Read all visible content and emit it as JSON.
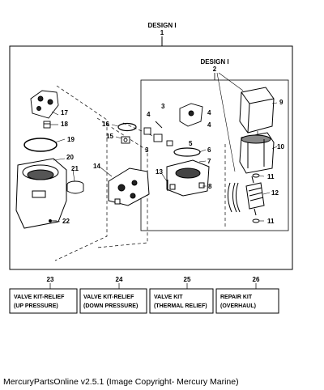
{
  "design_main": {
    "label": "DESIGN I",
    "number": "1"
  },
  "design_sub": {
    "label": "DESIGN I",
    "number": "2"
  },
  "callouts": [
    "3",
    "3",
    "4",
    "4",
    "4",
    "5",
    "6",
    "7",
    "8",
    "9",
    "10",
    "11",
    "11",
    "12",
    "13",
    "14",
    "15",
    "16",
    "17",
    "18",
    "19",
    "20",
    "21",
    "22"
  ],
  "kits": [
    {
      "number": "23",
      "line1": "VALVE KIT-RELIEF",
      "line2": "(UP PRESSURE)"
    },
    {
      "number": "24",
      "line1": "VALVE KIT-RELIEF",
      "line2": "(DOWN PRESSURE)"
    },
    {
      "number": "25",
      "line1": "VALVE KIT",
      "line2": "(THERMAL RELIEF)"
    },
    {
      "number": "26",
      "line1": "REPAIR KIT",
      "line2": "(OVERHAUL)"
    }
  ],
  "footer": "MercuryPartsOnline v2.5.1 (Image Copyright- Mercury Marine)"
}
